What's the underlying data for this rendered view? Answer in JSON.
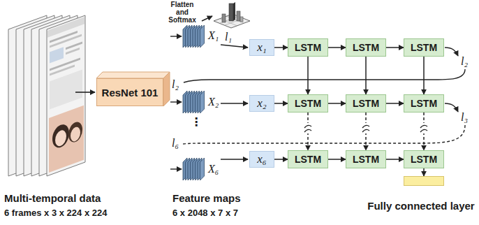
{
  "diagram": {
    "nodes": [
      {
        "text": [
          "ResNet 101"
        ]
      },
      {
        "text": [
          "x₁"
        ]
      },
      {
        "text": [
          "LSTM"
        ]
      },
      {
        "text": [
          "LSTM"
        ]
      },
      {
        "text": [
          "LSTM"
        ]
      },
      {
        "text": [
          "x₂"
        ]
      },
      {
        "text": [
          "LSTM"
        ]
      },
      {
        "text": [
          "LSTM"
        ]
      },
      {
        "text": [
          "LSTM"
        ]
      },
      {
        "text": [
          "x₆"
        ]
      },
      {
        "text": [
          "LSTM"
        ]
      },
      {
        "text": [
          "LSTM"
        ]
      },
      {
        "text": [
          "LSTM"
        ]
      },
      {
        "text": [
          "Fully connected layer"
        ]
      }
    ],
    "edges": [
      {
        "from": 1,
        "to": 2,
        "arrow": "to"
      },
      {
        "from": 2,
        "to": 3,
        "arrow": "to"
      },
      {
        "from": 3,
        "to": 4,
        "arrow": "to"
      },
      {
        "from": 5,
        "to": 6,
        "arrow": "to"
      },
      {
        "from": 6,
        "to": 7,
        "arrow": "to"
      },
      {
        "from": 7,
        "to": 8,
        "arrow": "to"
      },
      {
        "from": 9,
        "to": 10,
        "arrow": "to"
      },
      {
        "from": 10,
        "to": 11,
        "arrow": "to"
      },
      {
        "from": 11,
        "to": 12,
        "arrow": "to"
      },
      {
        "from": 2,
        "to": 6,
        "arrow": "to"
      },
      {
        "from": 3,
        "to": 7,
        "arrow": "to"
      },
      {
        "from": 4,
        "to": 8,
        "arrow": "to"
      },
      {
        "from": 6,
        "to": 10,
        "arrow": "to"
      },
      {
        "from": 7,
        "to": 11,
        "arrow": "to"
      },
      {
        "from": 8,
        "to": 12,
        "arrow": "to"
      },
      {
        "from": 12,
        "to": 13,
        "arrow": "to"
      }
    ],
    "labels": [
      "Flatten and Softmax",
      "l₁",
      "X₁",
      "l₂",
      "l₂",
      "X₂",
      "l₃",
      "⋮",
      "l₆",
      "X₆",
      "Multi-temporal data",
      "6 frames x 3 x 224 x 224",
      "Feature maps",
      "6 x 2048 x 7 x 7"
    ]
  }
}
